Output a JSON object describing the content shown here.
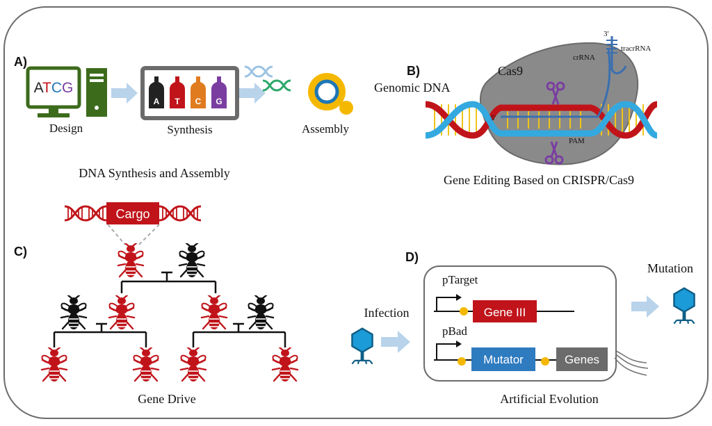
{
  "panel_a": {
    "label": "A)",
    "monitor_text": {
      "a": "A",
      "t": "T",
      "c": "C",
      "g": "G"
    },
    "bottle_letters": [
      "A",
      "T",
      "C",
      "G"
    ],
    "design_label": "Design",
    "synthesis_label": "Synthesis",
    "assembly_label": "Assembly",
    "caption": "DNA Synthesis and Assembly"
  },
  "panel_b": {
    "label": "B)",
    "three_prime": "3'",
    "five_prime": "5'",
    "crrna": "crRNA",
    "tracrrna": "tracrRNA",
    "cas9": "Cas9",
    "genomic_dna": "Genomic DNA",
    "pam": "PAM",
    "caption": "Gene Editing Based on CRISPR/Cas9"
  },
  "panel_c": {
    "label": "C)",
    "cargo": "Cargo",
    "caption": "Gene Drive"
  },
  "panel_d": {
    "label": "D)",
    "ptarget": "pTarget",
    "gene_iii": "Gene III",
    "pbad": "pBad",
    "mutator": "Mutator",
    "genes": "Genes",
    "infection": "Infection",
    "mutation": "Mutation",
    "caption": "Artificial Evolution"
  },
  "colors": {
    "red": "#c0141a",
    "blue": "#1f77b4",
    "light_arrow": "#b8d3ea",
    "green": "#3c6b1c",
    "yellow": "#f5b800",
    "gray": "#6b6b6b",
    "purple": "#7a3ea1",
    "dna_blue": "#33a9e0"
  }
}
